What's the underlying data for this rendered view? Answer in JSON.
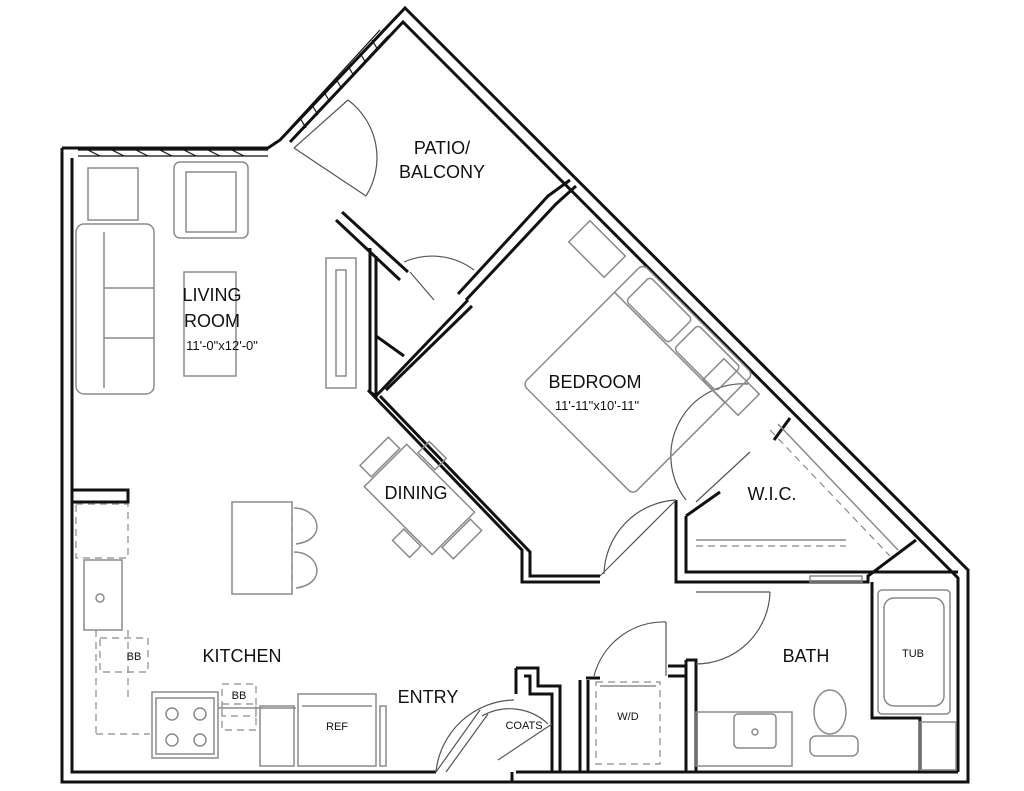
{
  "rooms": {
    "patio": {
      "line1": "PATIO/",
      "line2": "BALCONY"
    },
    "living": {
      "line1": "LIVING",
      "line2": "ROOM",
      "dims": "11'-0\"x12'-0\""
    },
    "bedroom": {
      "name": "BEDROOM",
      "dims": "11'-11\"x10'-11\""
    },
    "dining": {
      "name": "DINING"
    },
    "wic": {
      "name": "W.I.C."
    },
    "kitchen": {
      "name": "KITCHEN"
    },
    "bath": {
      "name": "BATH"
    },
    "entry": {
      "name": "ENTRY"
    }
  },
  "fixtures": {
    "tub": "TUB",
    "coats": "COATS",
    "wd": "W/D",
    "ref": "REF",
    "bb_upper": "BB",
    "bb_lower": "BB"
  }
}
